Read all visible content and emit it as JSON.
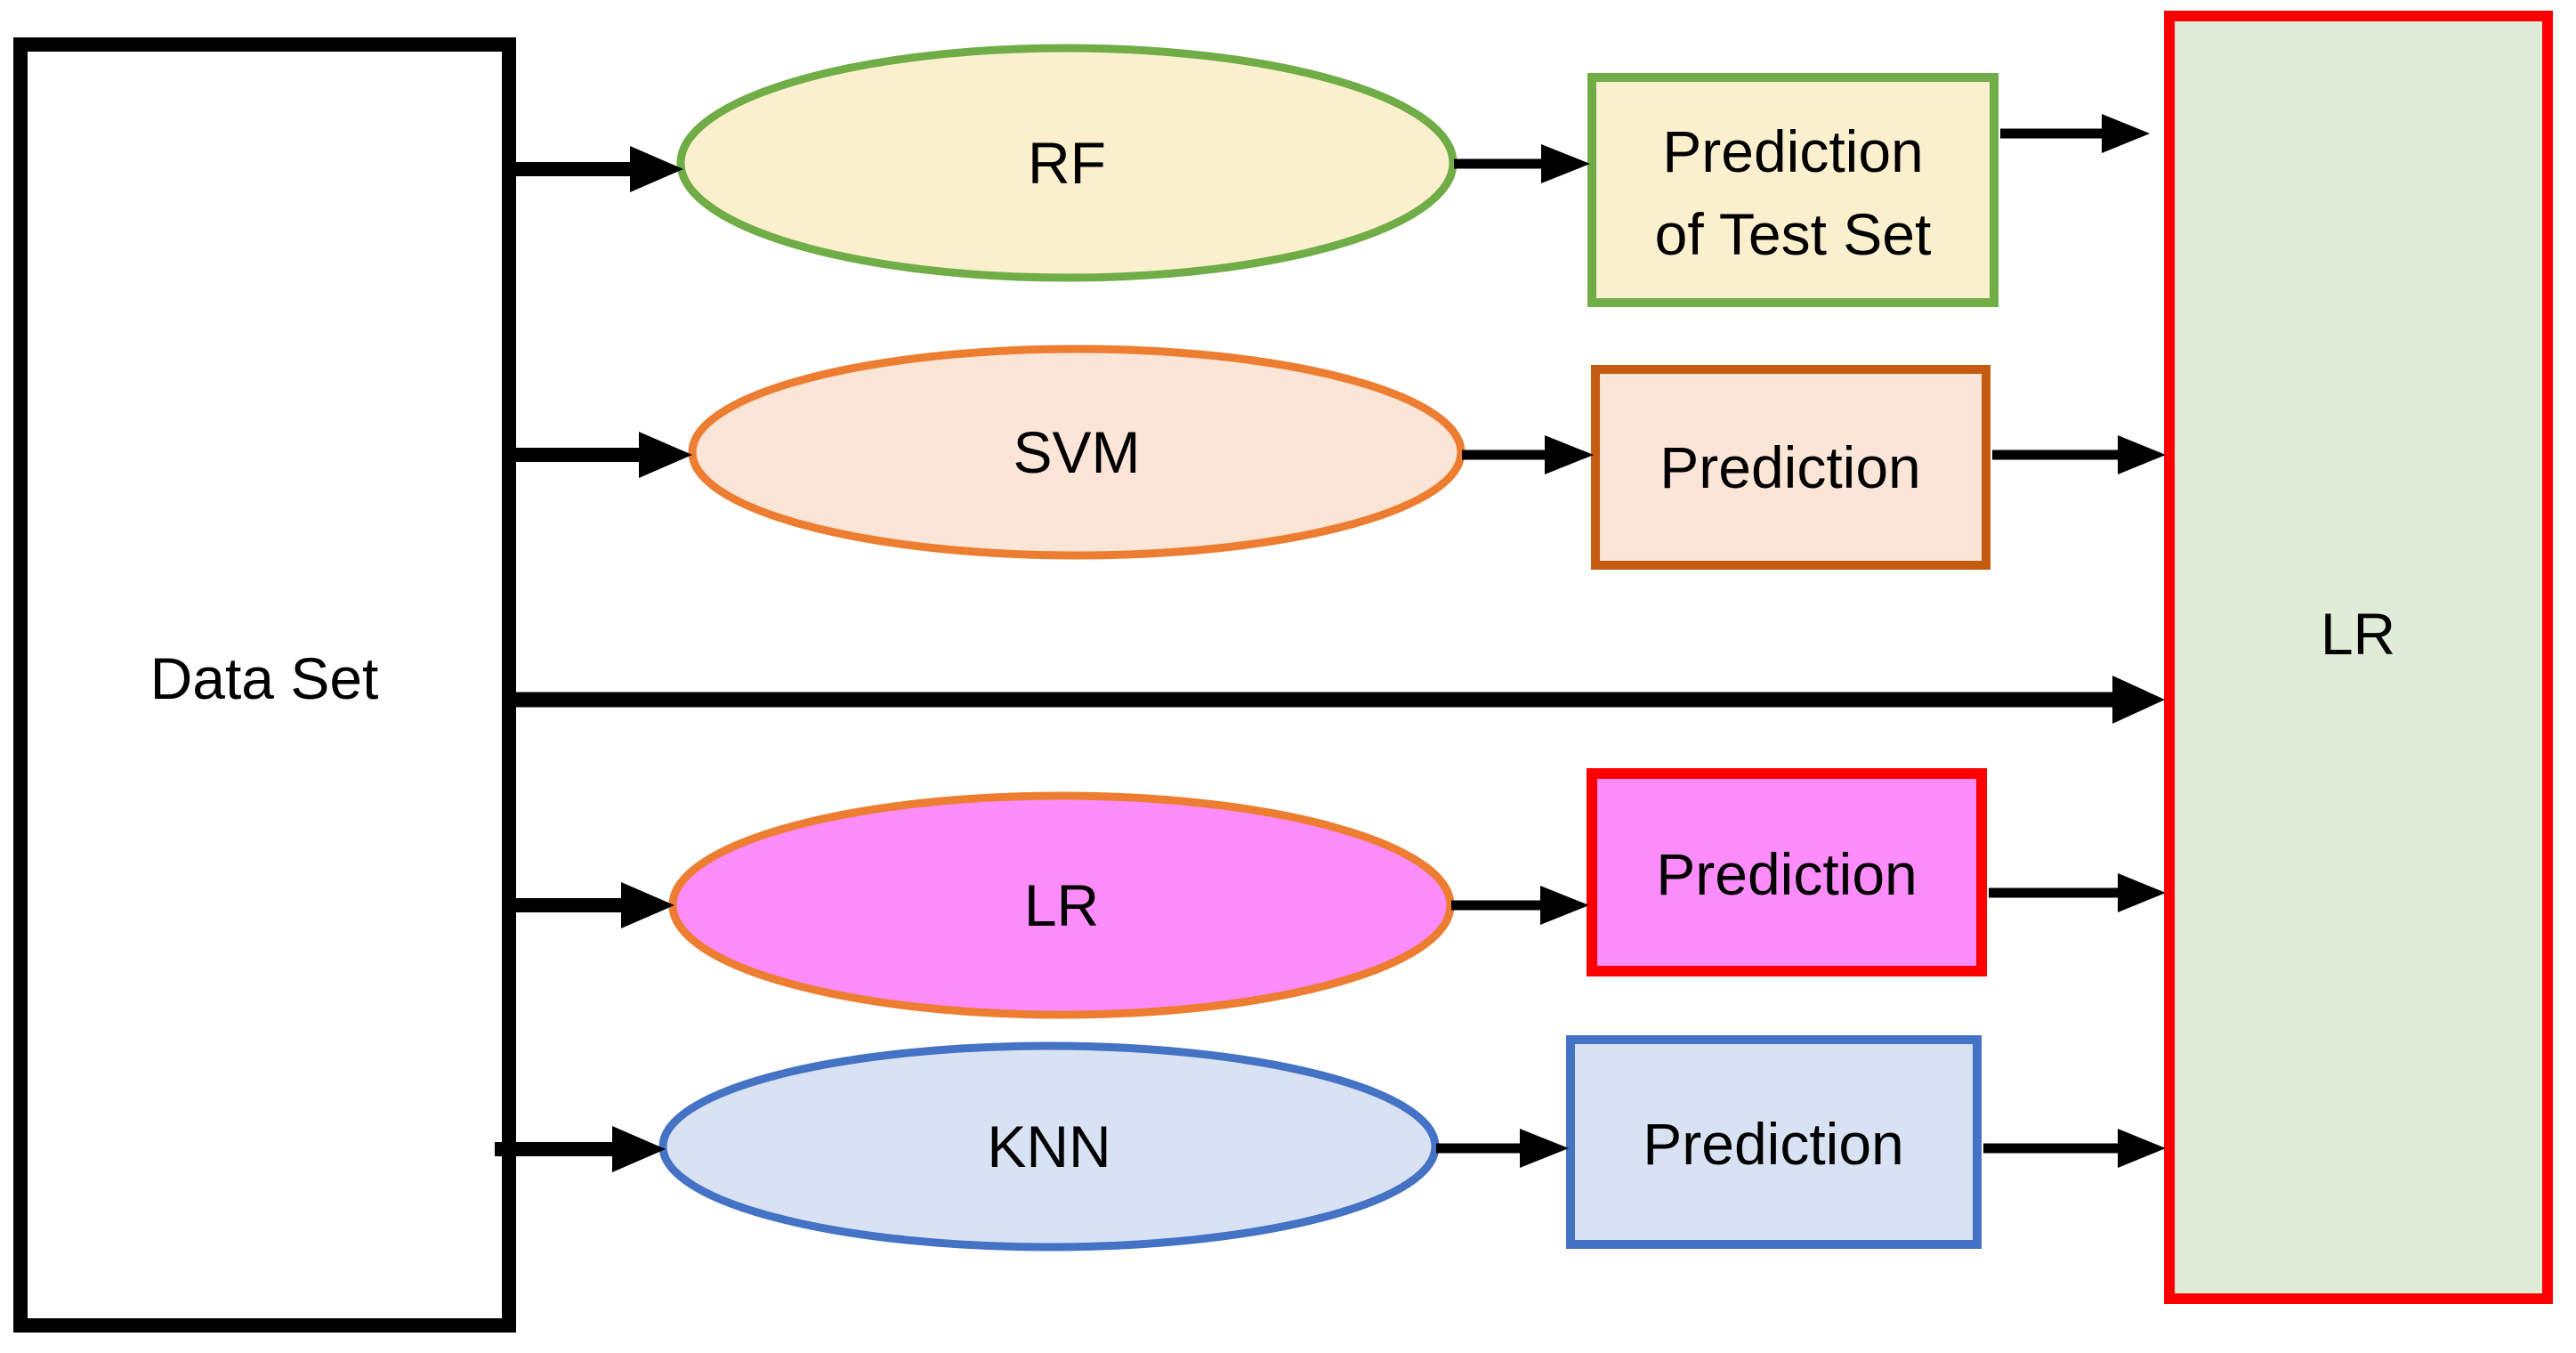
{
  "diagram_title": "stacking-ensemble-flow",
  "text_color": "#000000",
  "arrow_color": "#000000",
  "nodes": {
    "dataset": {
      "label": "Data Set",
      "fill": "#FFFFFF",
      "stroke": "#000000"
    },
    "rf": {
      "label": "RF",
      "fill": "#FBF0CE",
      "stroke": "#70AD47"
    },
    "svm": {
      "label": "SVM",
      "fill": "#FBE5D6",
      "stroke": "#ED7D31"
    },
    "lr": {
      "label": "LR",
      "fill": "#FC8CF9",
      "stroke": "#ED7D31"
    },
    "knn": {
      "label": "KNN",
      "fill": "#D9E2F3",
      "stroke": "#4472C4"
    },
    "rf_pred": {
      "line1": "Prediction",
      "line2": "of Test Set",
      "fill": "#FBF0CE",
      "stroke": "#70AD47"
    },
    "svm_pred": {
      "label": "Prediction",
      "fill": "#FBE5D6",
      "stroke": "#C55A11"
    },
    "lr_pred": {
      "label": "Prediction",
      "fill": "#FC8CF9",
      "stroke": "#FF0000"
    },
    "knn_pred": {
      "label": "Prediction",
      "fill": "#D9E2F3",
      "stroke": "#4472C4"
    },
    "meta": {
      "label": "LR",
      "fill": "#DFECD7",
      "stroke": "#FF0000"
    }
  }
}
